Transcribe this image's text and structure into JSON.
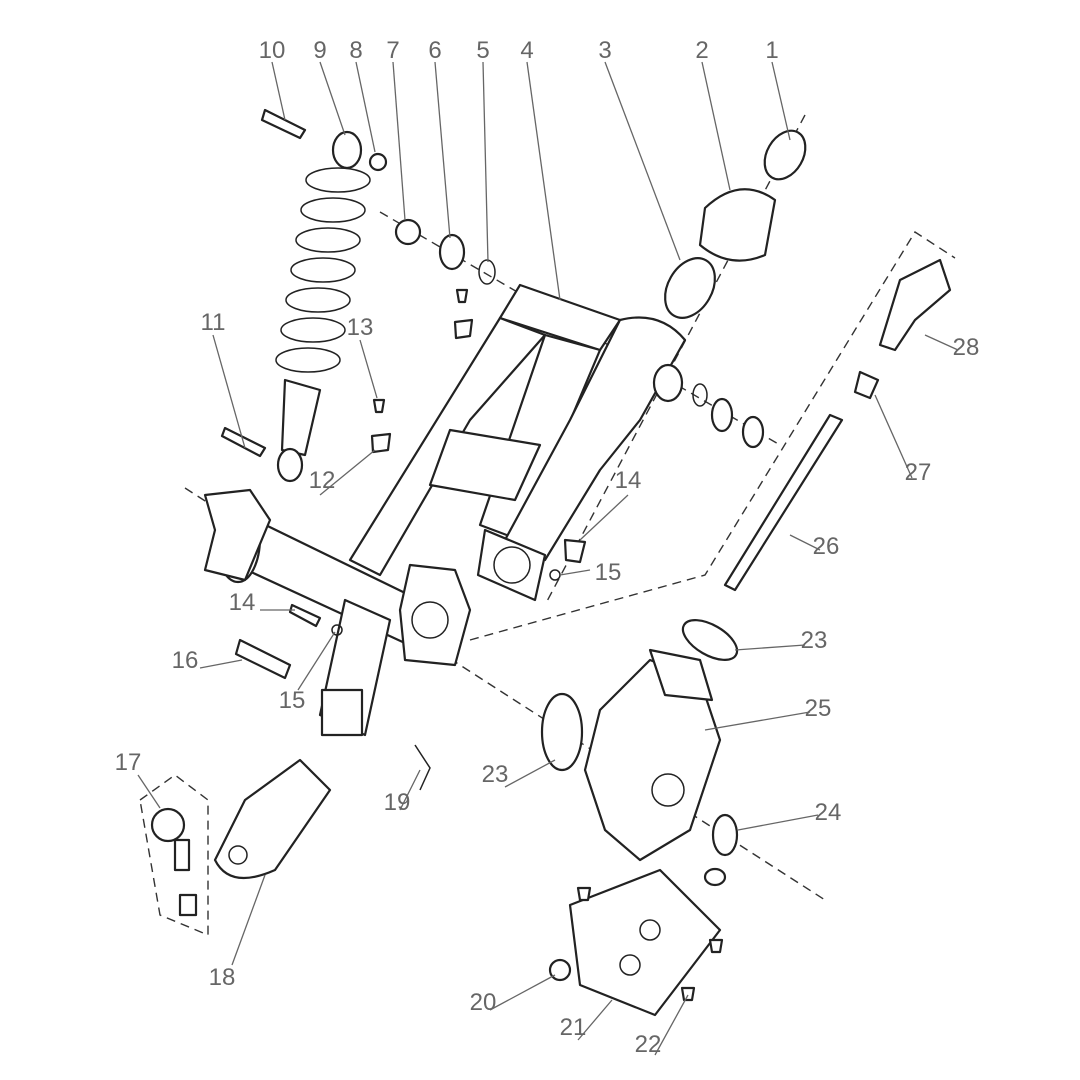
{
  "diagram": {
    "type": "exploded-parts-diagram",
    "callouts": {
      "c1": "1",
      "c2": "2",
      "c3": "3",
      "c4": "4",
      "c5": "5",
      "c6": "6",
      "c7": "7",
      "c8": "8",
      "c9": "9",
      "c10": "10",
      "c11": "11",
      "c12": "12",
      "c13": "13",
      "c14a": "14",
      "c14b": "14",
      "c15a": "15",
      "c15b": "15",
      "c16": "16",
      "c17": "17",
      "c18": "18",
      "c19": "19",
      "c20": "20",
      "c21": "21",
      "c22": "22",
      "c23a": "23",
      "c23b": "23",
      "c24": "24",
      "c25": "25",
      "c26": "26",
      "c27": "27",
      "c28": "28"
    }
  }
}
